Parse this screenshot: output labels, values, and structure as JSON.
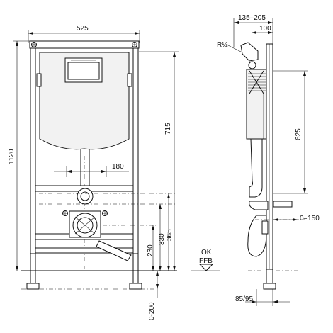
{
  "dimensions": {
    "frame_width": "525",
    "total_height": "1120",
    "tank_height": "715",
    "pipe_offset": "180",
    "height_365": "365",
    "height_330": "330",
    "height_230": "230",
    "foot_adjust": "0-200",
    "depth_range": "135–205",
    "depth_100": "100",
    "thread": "R½",
    "side_625": "625",
    "side_range": "0–150",
    "side_bottom": "85/95"
  },
  "floor_label": {
    "line1": "OK",
    "line2": "FFB"
  }
}
